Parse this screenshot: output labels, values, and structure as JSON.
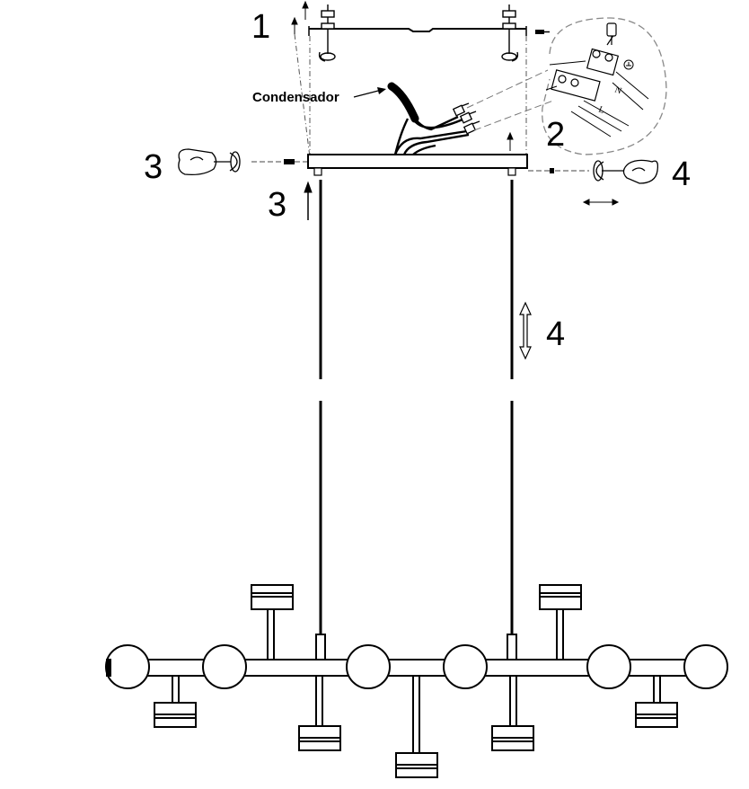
{
  "steps": {
    "step1": "1",
    "step2": "2",
    "step3_left": "3",
    "step3_arrow": "3",
    "step4_right": "4",
    "step4_arrow": "4"
  },
  "labels": {
    "condenser": "Condensador"
  },
  "wiring_inset": {
    "neutral": "N",
    "live": "L"
  },
  "colors": {
    "line": "#000000",
    "background": "#ffffff",
    "callout": "#777777"
  }
}
